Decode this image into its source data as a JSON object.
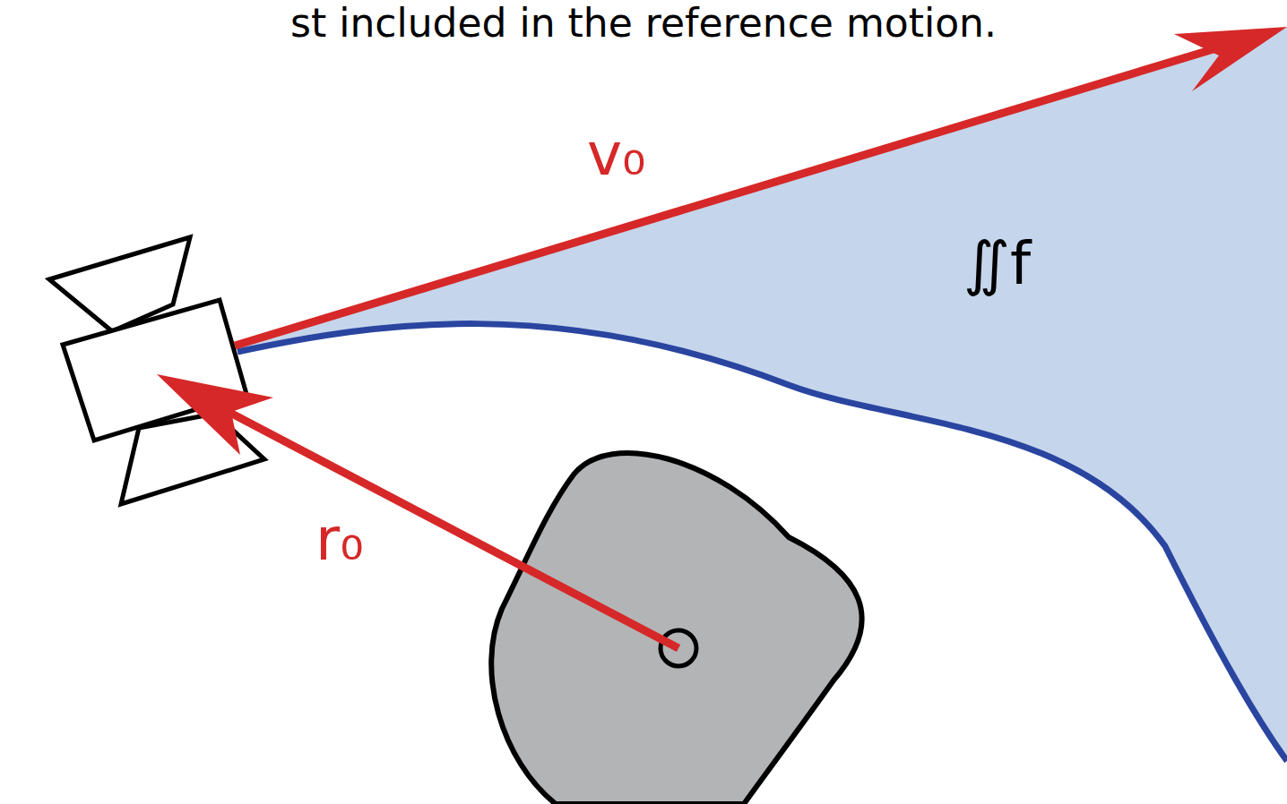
{
  "diagram": {
    "labels": [
      "st included in the reference motion.",
      "v₀",
      "r₀",
      "∬f"
    ]
  }
}
